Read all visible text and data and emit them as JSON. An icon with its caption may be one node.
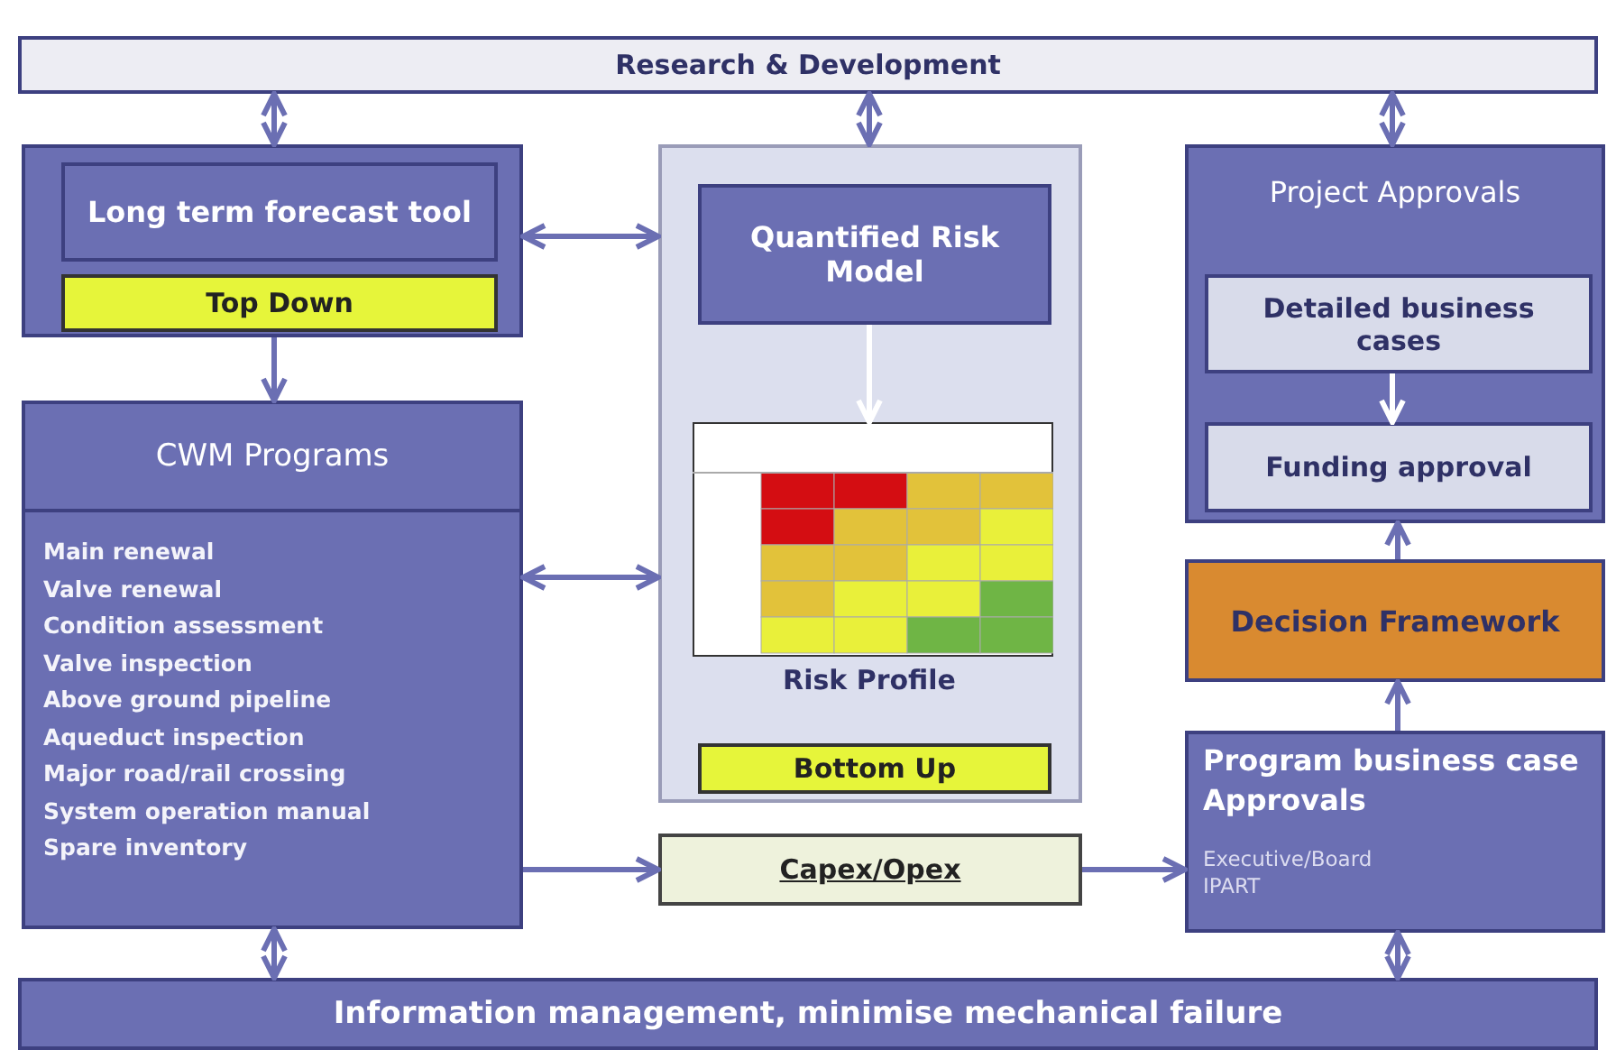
{
  "diagram": {
    "nodes": [
      {
        "text": [
          "Research & Development"
        ]
      },
      {
        "text": [],
        "shape": "box"
      },
      {
        "text": [
          "Long term forecast tool"
        ],
        "in": 1
      },
      {
        "text": [
          "Top Down"
        ],
        "in": 1
      },
      {
        "text": [],
        "shape": "box"
      },
      {
        "text": [
          "Quantified Risk Model"
        ],
        "in": 4
      },
      {
        "text": [],
        "shape": "picture",
        "in": 4,
        "beside": [
          "Risk Profile"
        ]
      },
      {
        "text": [
          "Bottom Up"
        ],
        "in": 4
      },
      {
        "text": [
          "Project Approvals"
        ]
      },
      {
        "text": [
          "Detailed business cases"
        ],
        "in": 8
      },
      {
        "text": [
          "Funding approval"
        ],
        "in": 8
      },
      {
        "text": [
          "CWM Programs",
          "Main renewal",
          "Valve renewal",
          "Condition assessment",
          "Valve inspection",
          "Above ground pipeline",
          "Aqueduct inspection",
          "Major road/rail crossing",
          "System operation manual",
          "Spare inventory"
        ]
      },
      {
        "text": [
          "Decision Framework"
        ]
      },
      {
        "text": [
          "Capex/Opex"
        ]
      },
      {
        "text": [
          "Program business case Approvals",
          "Executive/Board",
          "IPART"
        ]
      },
      {
        "text": [
          "Information management,  minimise mechanical failure"
        ]
      }
    ],
    "edges": [
      {
        "from": 0,
        "to": 1,
        "arrow": "both"
      },
      {
        "from": 0,
        "to": 4,
        "arrow": "both"
      },
      {
        "from": 0,
        "to": 8,
        "arrow": "both"
      },
      {
        "from": 1,
        "to": 4,
        "arrow": "both"
      },
      {
        "from": 1,
        "to": 11,
        "arrow": "to"
      },
      {
        "from": 5,
        "to": 6,
        "arrow": "to",
        "color": "#ffffff"
      },
      {
        "from": 9,
        "to": 10,
        "arrow": "to",
        "color": "#ffffff"
      },
      {
        "from": 11,
        "to": 4,
        "arrow": "both"
      },
      {
        "from": 11,
        "to": 13,
        "arrow": "to"
      },
      {
        "from": 13,
        "to": 14,
        "arrow": "to"
      },
      {
        "from": 14,
        "to": 12,
        "arrow": "to"
      },
      {
        "from": 12,
        "to": 8,
        "arrow": "to"
      },
      {
        "from": 11,
        "to": 15,
        "arrow": "both"
      },
      {
        "from": 14,
        "to": 15,
        "arrow": "both"
      }
    ]
  }
}
